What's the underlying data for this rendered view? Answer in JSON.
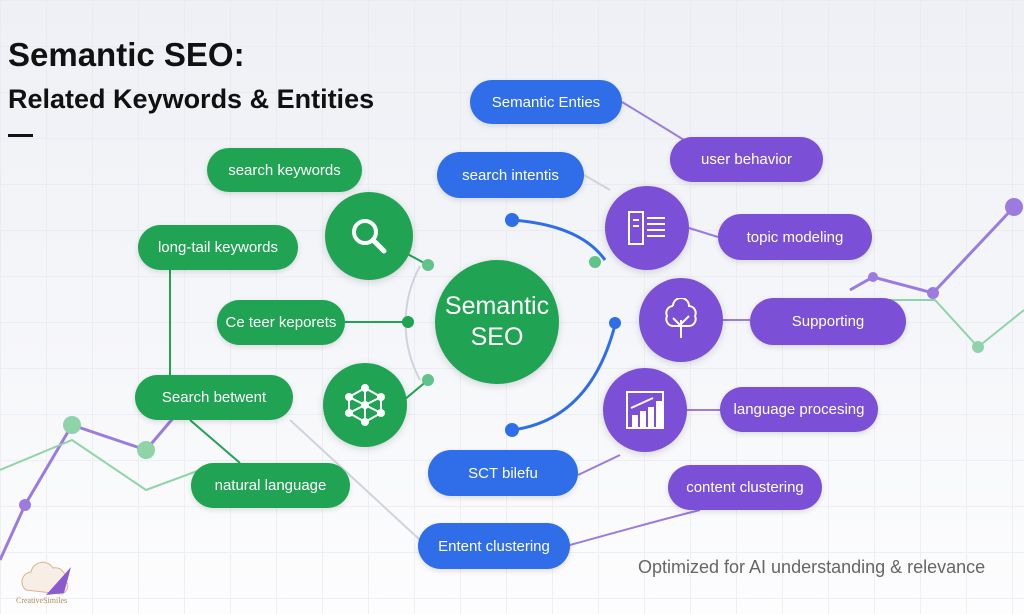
{
  "title": {
    "line1": "Semantic SEO:",
    "line2": "Related Keywords & Entities"
  },
  "center": {
    "line1": "Semantic",
    "line2": "SEO"
  },
  "green_nodes": [
    "search keywords",
    "long-tail keywords",
    "Ce teer keporets",
    "Search betwent",
    "natural language"
  ],
  "blue_nodes": [
    "Semantic Enties",
    "search intentis",
    "SCT bilefu",
    "Entent clustering"
  ],
  "purple_nodes": [
    "user behavior",
    "topic modeling",
    "Supporting",
    "language procesing",
    "content clustering"
  ],
  "icons": [
    "search-icon",
    "network-icon",
    "list-icon",
    "brain-tree-icon",
    "bar-chart-icon"
  ],
  "footer": "Optimized for AI understanding & relevance",
  "logo_text": "CreativeSimiles",
  "colors": {
    "green": "#20a353",
    "blue": "#2f6ee8",
    "purple": "#7b4fd6"
  }
}
